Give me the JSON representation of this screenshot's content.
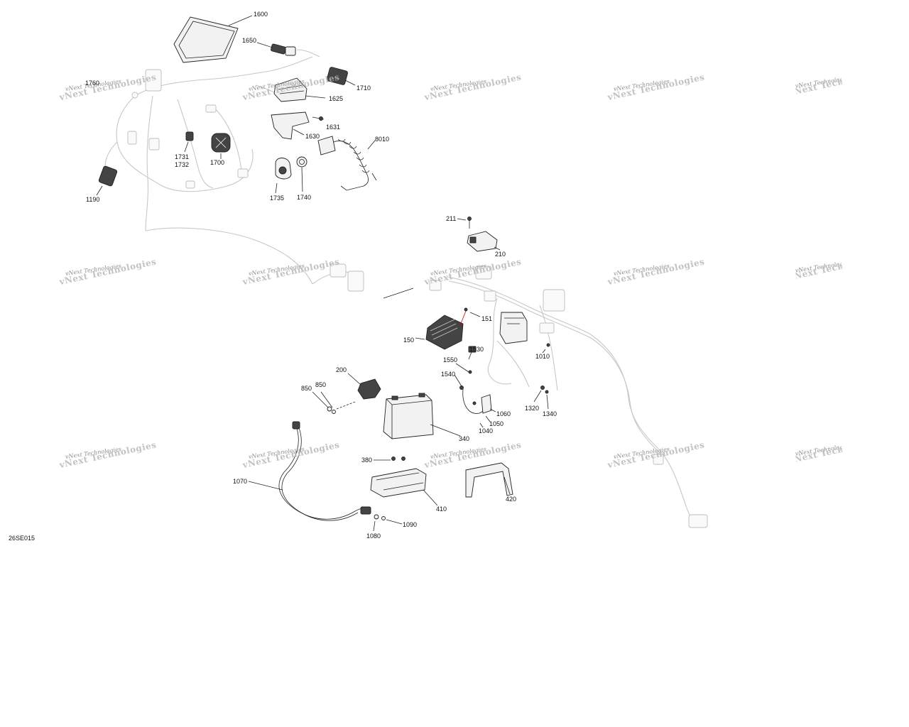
{
  "diagram": {
    "reference_code": "26SE015",
    "watermark_text": "vNext Technologies",
    "labels": [
      {
        "id": "1600",
        "text": "1600"
      },
      {
        "id": "1650",
        "text": "1650"
      },
      {
        "id": "1710",
        "text": "1710"
      },
      {
        "id": "1625",
        "text": "1625"
      },
      {
        "id": "1631",
        "text": "1631"
      },
      {
        "id": "1630",
        "text": "1630"
      },
      {
        "id": "8010",
        "text": "8010"
      },
      {
        "id": "1760",
        "text": "1760"
      },
      {
        "id": "1731",
        "text": "1731"
      },
      {
        "id": "1732",
        "text": "1732"
      },
      {
        "id": "1700",
        "text": "1700"
      },
      {
        "id": "1735",
        "text": "1735"
      },
      {
        "id": "1740",
        "text": "1740"
      },
      {
        "id": "1190",
        "text": "1190"
      },
      {
        "id": "211",
        "text": "211"
      },
      {
        "id": "210",
        "text": "210"
      },
      {
        "id": "151",
        "text": "151"
      },
      {
        "id": "150",
        "text": "150"
      },
      {
        "id": "1530",
        "text": "1530"
      },
      {
        "id": "1550",
        "text": "1550"
      },
      {
        "id": "1540",
        "text": "1540"
      },
      {
        "id": "1010",
        "text": "1010"
      },
      {
        "id": "200",
        "text": "200"
      },
      {
        "id": "850a",
        "text": "850"
      },
      {
        "id": "850b",
        "text": "850"
      },
      {
        "id": "1060",
        "text": "1060"
      },
      {
        "id": "1050",
        "text": "1050"
      },
      {
        "id": "1040",
        "text": "1040"
      },
      {
        "id": "1320",
        "text": "1320"
      },
      {
        "id": "1340",
        "text": "1340"
      },
      {
        "id": "340",
        "text": "340"
      },
      {
        "id": "380",
        "text": "380"
      },
      {
        "id": "410",
        "text": "410"
      },
      {
        "id": "420",
        "text": "420"
      },
      {
        "id": "1070",
        "text": "1070"
      },
      {
        "id": "1090",
        "text": "1090"
      },
      {
        "id": "1080",
        "text": "1080"
      }
    ]
  }
}
